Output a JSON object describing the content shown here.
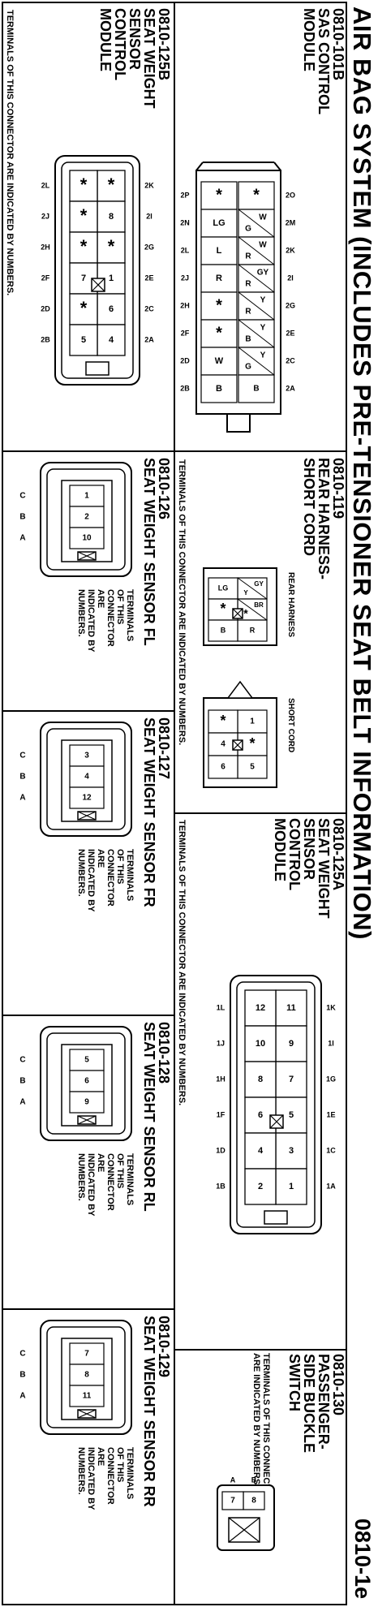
{
  "page": {
    "title": "AIR BAG SYSTEM (INCLUDES PRE-TENSIONER SEAT BELT INFORMATION)",
    "page_number": "0810-1e"
  },
  "common": {
    "terminals_note": "TERMINALS OF THIS CONNECTOR ARE INDICATED BY NUMBERS.",
    "terminals_note_lines": [
      "TERMINALS OF THIS CONNECTOR",
      "ARE INDICATED BY NUMBERS."
    ],
    "stacked_note": [
      "TERMINALS",
      "OF THIS",
      "CONNECTOR",
      "ARE",
      "INDICATED BY",
      "NUMBERS."
    ],
    "row_letters": [
      "C",
      "B",
      "A"
    ]
  },
  "c101b": {
    "code": "0810-101B",
    "name": [
      "SAS CONTROL",
      "MODULE"
    ],
    "top_pins": [
      "2O",
      "2M",
      "2K",
      "2I",
      "2G",
      "2E",
      "2C",
      "2A"
    ],
    "bottom_pins": [
      "2P",
      "2N",
      "2L",
      "2J",
      "2H",
      "2F",
      "2D",
      "2B"
    ],
    "top_row": [
      "*",
      "W",
      "W",
      "GY",
      "Y",
      "Y",
      "Y",
      "B"
    ],
    "mid_row": [
      "",
      "G",
      "R",
      "R",
      "R",
      "B",
      "G",
      ""
    ],
    "bottom_row": [
      "*",
      "LG",
      "L",
      "R",
      "*",
      "*",
      "W",
      "B"
    ]
  },
  "c125b": {
    "code": "0810-125B",
    "name": [
      "SEAT WEIGHT",
      "SENSOR",
      "CONTROL",
      "MODULE"
    ],
    "top_pins": [
      "2K",
      "2I",
      "2G",
      "2E",
      "2C",
      "2A"
    ],
    "bottom_pins": [
      "2L",
      "2J",
      "2H",
      "2F",
      "2D",
      "2B"
    ],
    "top_row": [
      "*",
      "8",
      "*",
      "1",
      "6",
      "4"
    ],
    "bottom_row": [
      "*",
      "*",
      "*",
      "7",
      "*",
      "5"
    ]
  },
  "c119": {
    "code": "0810-119",
    "name": [
      "REAR HARNESS-",
      "SHORT CORD"
    ],
    "rear_label": "REAR HARNESS",
    "short_label": "SHORT CORD",
    "rear_top": [
      "GY",
      "BR",
      "R"
    ],
    "rear_top2": [
      "Y",
      "*",
      "*"
    ],
    "rear_bottom": [
      "LG",
      "*",
      "B"
    ],
    "short_top": [
      "1",
      "*",
      "5"
    ],
    "short_bottom": [
      "*",
      "4",
      "6"
    ]
  },
  "c125a": {
    "code": "0810-125A",
    "name": [
      "SEAT WEIGHT",
      "SENSOR",
      "CONTROL",
      "MODULE"
    ],
    "top_pins": [
      "1K",
      "1I",
      "1G",
      "1E",
      "1C",
      "1A"
    ],
    "bottom_pins": [
      "1L",
      "1J",
      "1H",
      "1F",
      "1D",
      "1B"
    ],
    "top_row": [
      "11",
      "9",
      "7",
      "5",
      "3",
      "1"
    ],
    "bottom_row": [
      "12",
      "10",
      "8",
      "6",
      "4",
      "2"
    ]
  },
  "c130": {
    "code": "0810-130",
    "name": [
      "PASSENGER-",
      "SIDE BUCKLE",
      "SWITCH"
    ],
    "pins": [
      "B",
      "A"
    ],
    "values": [
      "8",
      "7"
    ]
  },
  "c126": {
    "code": "0810-126",
    "name": "SEAT WEIGHT SENSOR FL",
    "values": [
      "1",
      "2",
      "10"
    ]
  },
  "c127": {
    "code": "0810-127",
    "name": "SEAT WEIGHT SENSOR FR",
    "values": [
      "3",
      "4",
      "12"
    ]
  },
  "c128": {
    "code": "0810-128",
    "name": "SEAT WEIGHT SENSOR RL",
    "values": [
      "5",
      "6",
      "9"
    ]
  },
  "c129": {
    "code": "0810-129",
    "name": "SEAT WEIGHT SENSOR RR",
    "values": [
      "7",
      "8",
      "11"
    ]
  }
}
